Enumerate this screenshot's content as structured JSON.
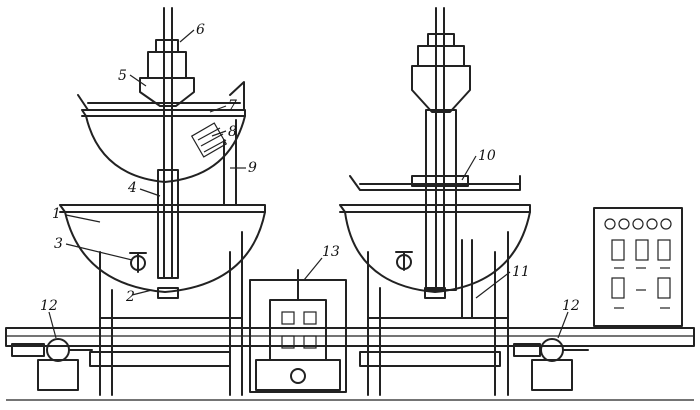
{
  "callouts": [
    {
      "id": "c1",
      "text": "1"
    },
    {
      "id": "c2",
      "text": "2"
    },
    {
      "id": "c3",
      "text": "3"
    },
    {
      "id": "c4",
      "text": "4"
    },
    {
      "id": "c5",
      "text": "5"
    },
    {
      "id": "c6",
      "text": "6"
    },
    {
      "id": "c7",
      "text": "7"
    },
    {
      "id": "c8",
      "text": "8"
    },
    {
      "id": "c9",
      "text": "9"
    },
    {
      "id": "c10",
      "text": "10"
    },
    {
      "id": "c11",
      "text": "11"
    },
    {
      "id": "c12a",
      "text": "12"
    },
    {
      "id": "c12b",
      "text": "12"
    },
    {
      "id": "c13",
      "text": "13"
    }
  ]
}
